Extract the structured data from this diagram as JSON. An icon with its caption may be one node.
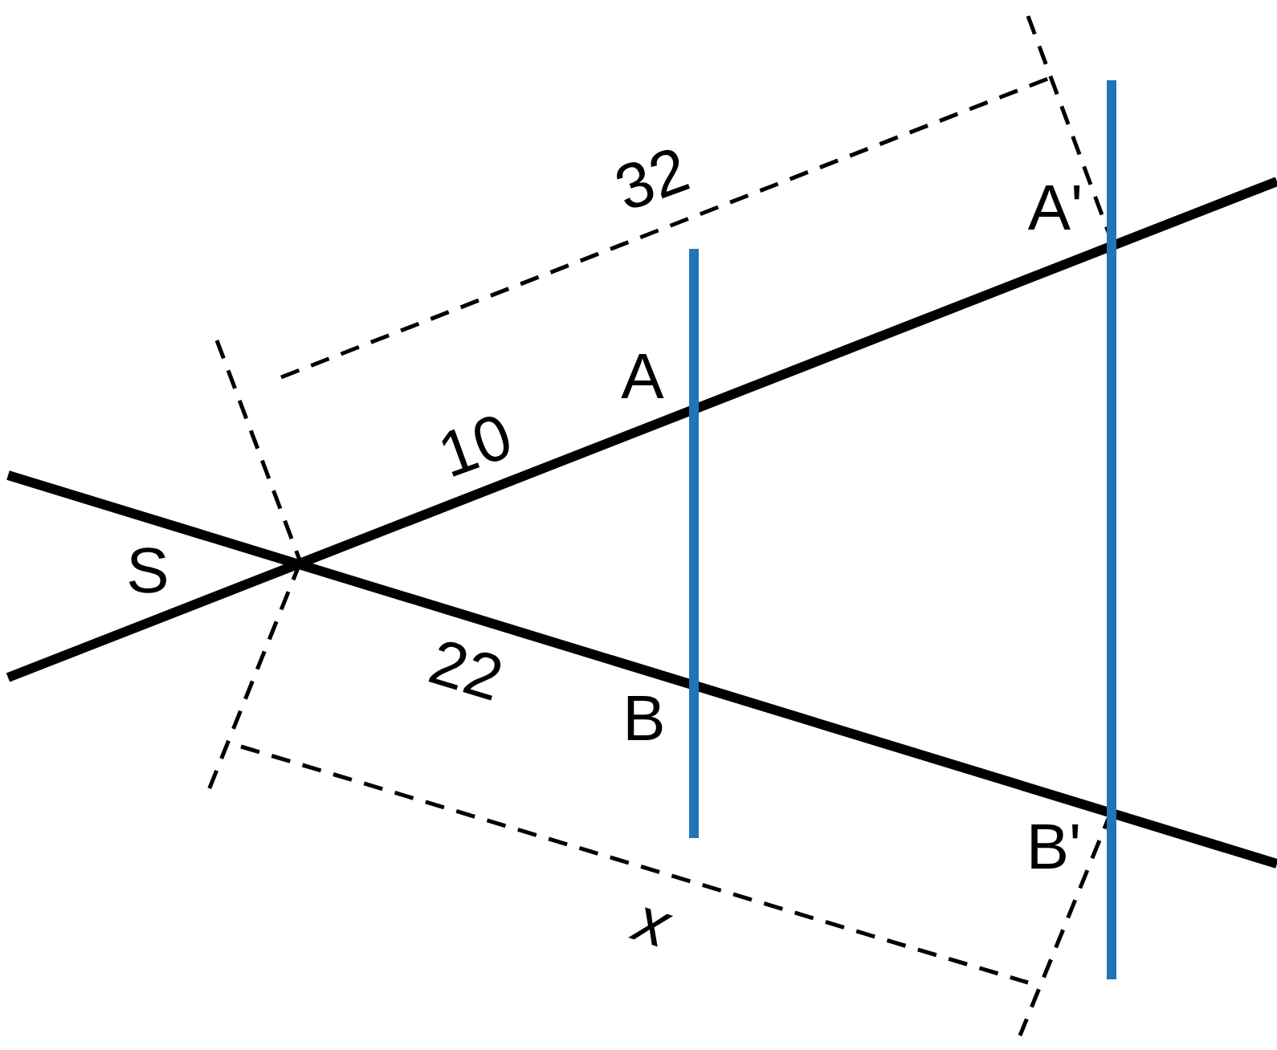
{
  "diagram": {
    "labels": [
      "32",
      "A'",
      "A",
      "10",
      "S",
      "22",
      "B",
      "B'",
      "x"
    ]
  }
}
